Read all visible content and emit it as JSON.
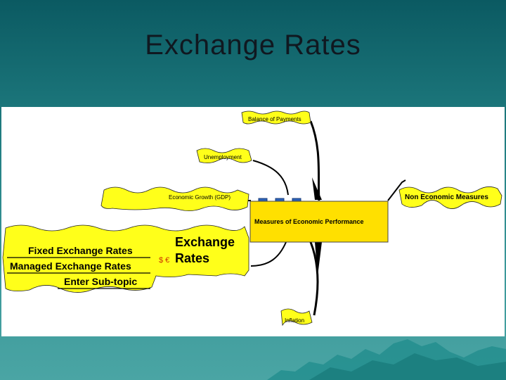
{
  "slide": {
    "title": "Exchange  Rates"
  },
  "mindmap": {
    "central": "Measures of Economic Performance",
    "topics": {
      "balance_of_payments": "Balance of Payments",
      "unemployment": "Unemployment",
      "economic_growth": "Economic Growth (GDP)",
      "non_economic": "Non Economic Measures",
      "inflation": "Inflation"
    },
    "exchange_rates": {
      "title_line1": "Exchange",
      "title_line2": "Rates",
      "symbols": "$ €",
      "subtopics": [
        "Fixed Exchange Rates",
        "Managed Exchange Rates",
        "Enter Sub-topic"
      ]
    }
  },
  "colors": {
    "node_fill": "#ffff1a",
    "central_fill": "#ffe000",
    "button_fill": "#2c62b8",
    "background": "#1f7c80"
  }
}
